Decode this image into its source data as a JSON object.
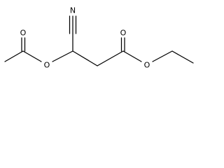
{
  "molecule": {
    "atom_labels": {
      "nitrile_n": "N",
      "ester_carbonyl_o": "O",
      "ester_ether_o": "O",
      "acetyl_carbonyl_o": "O",
      "acetoxy_o": "O"
    },
    "colors": {
      "bond": "#000000",
      "label": "#000000",
      "background": "#ffffff"
    }
  }
}
